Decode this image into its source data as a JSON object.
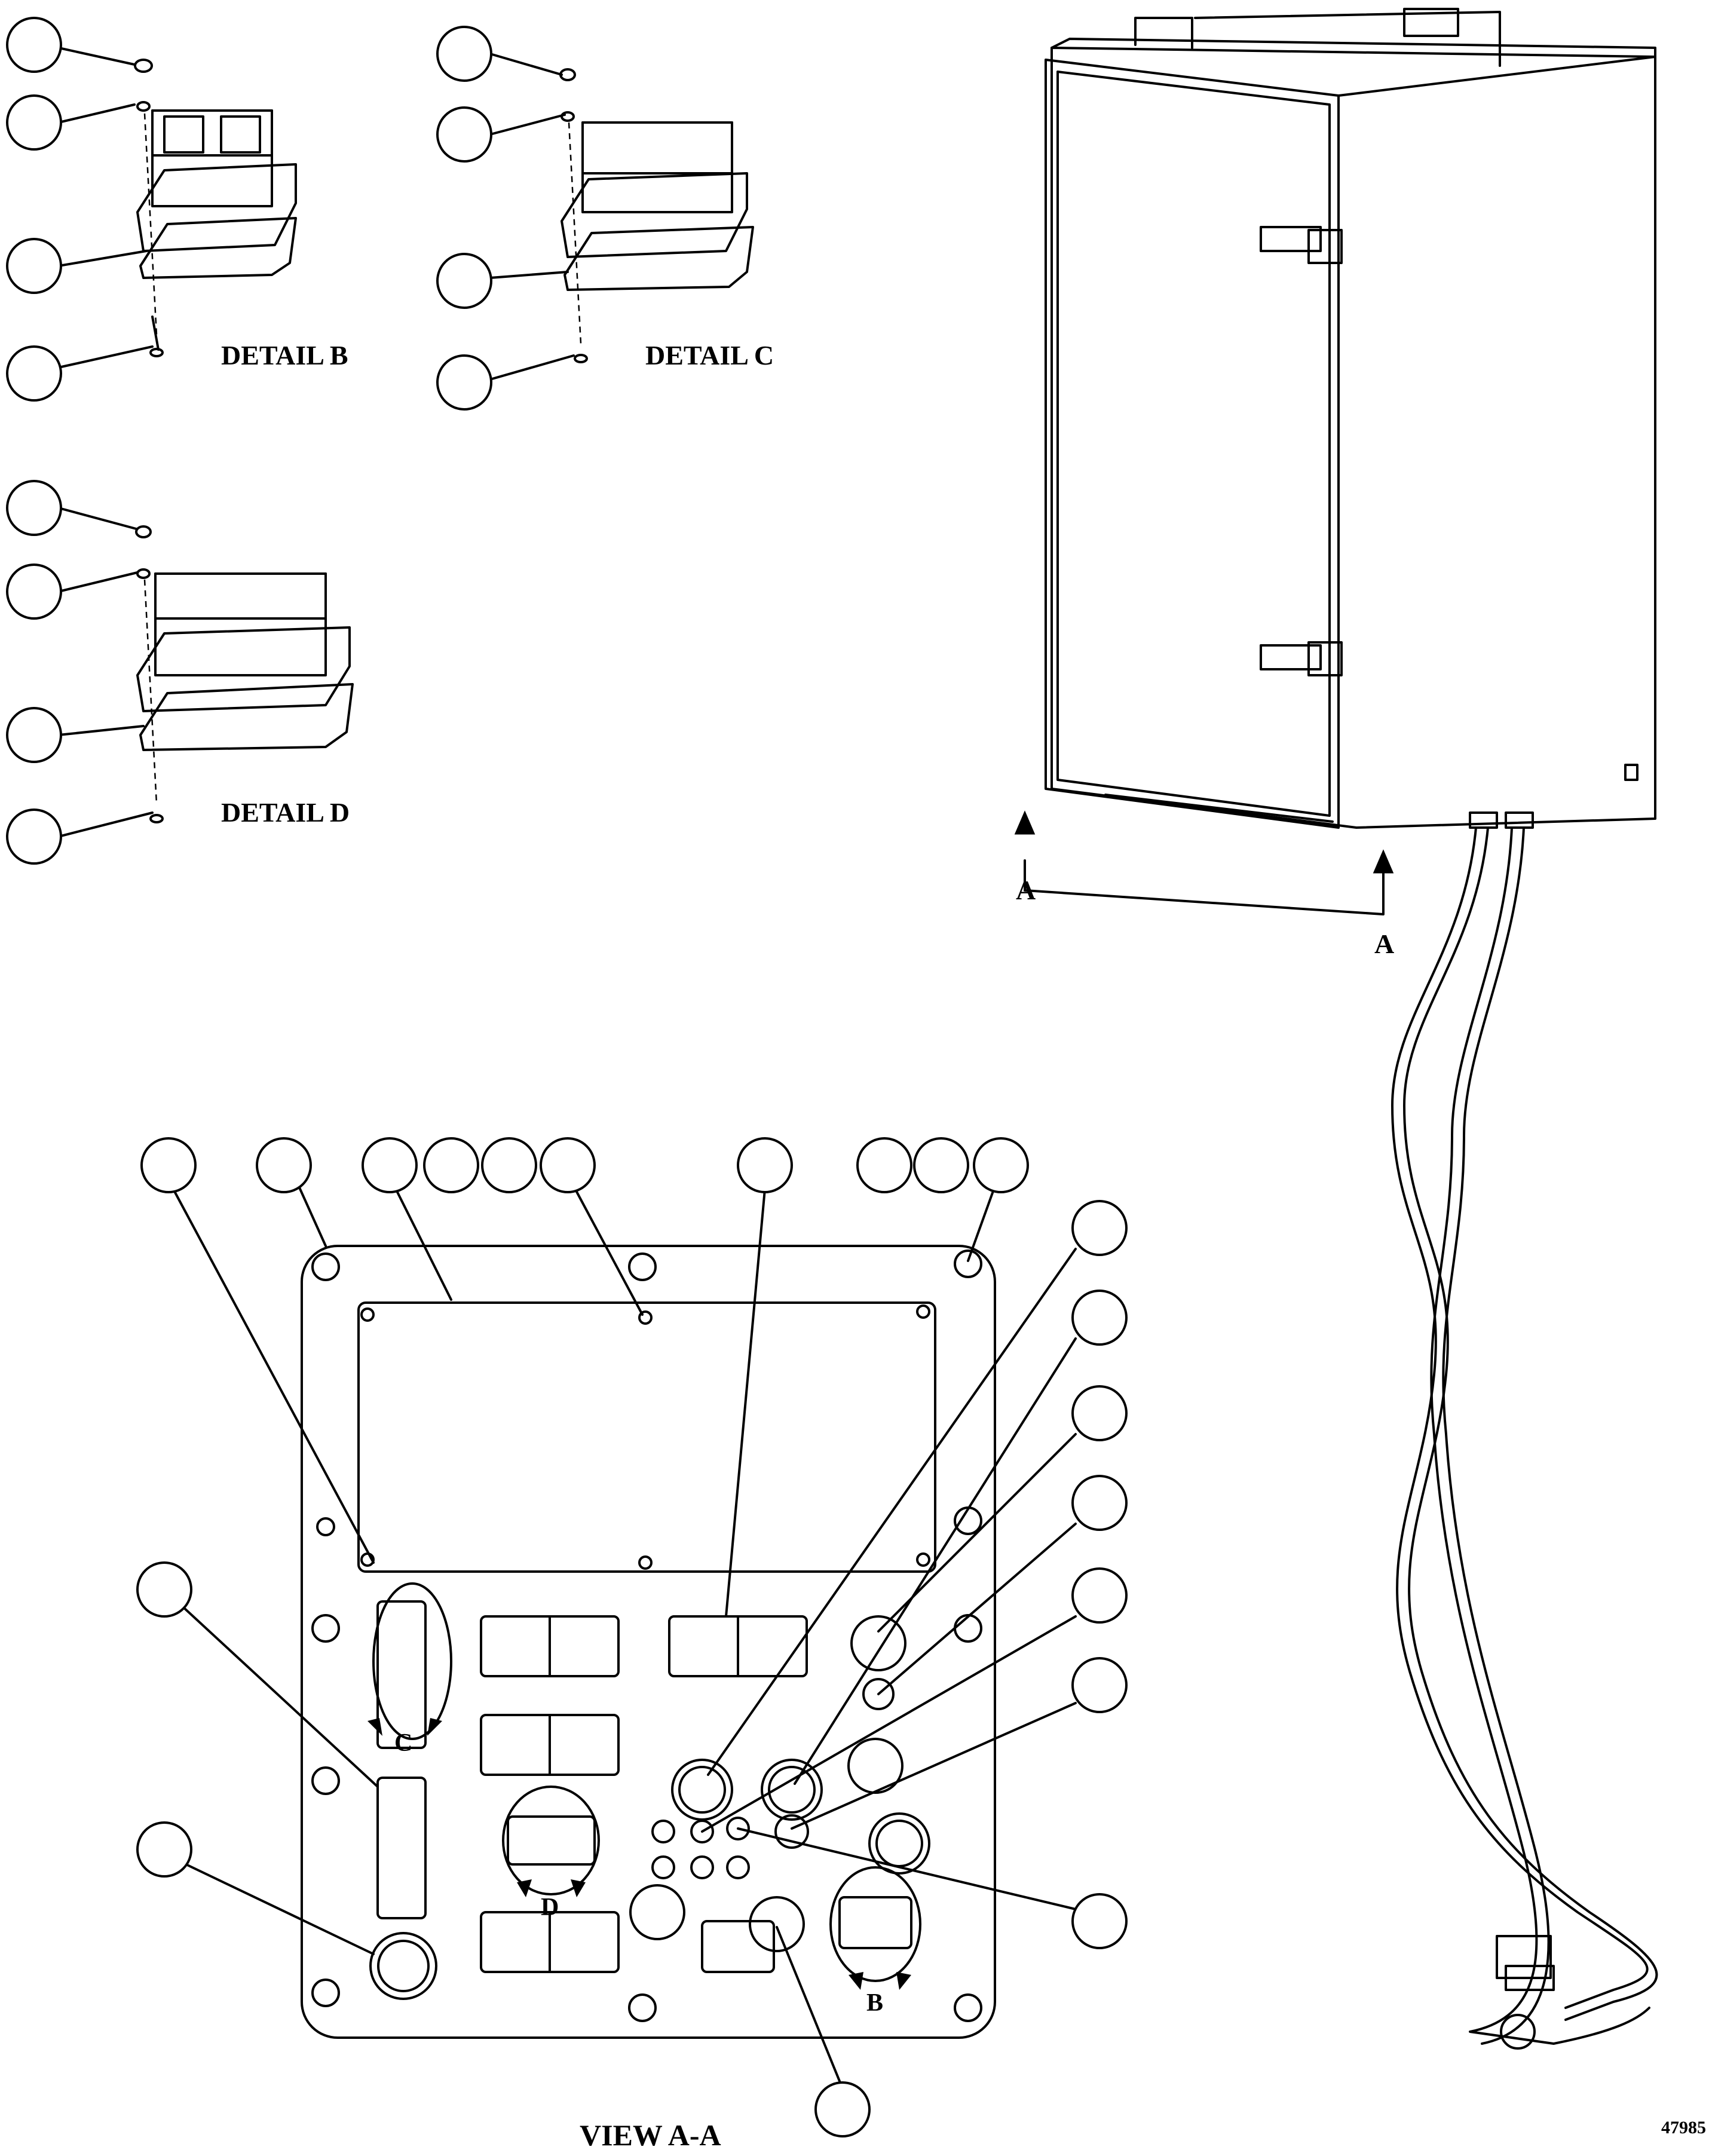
{
  "labels": {
    "detail_b": "DETAIL B",
    "detail_c": "DETAIL C",
    "detail_d": "DETAIL D",
    "view_aa": "VIEW A-A",
    "section_a_left": "A",
    "section_a_right": "A",
    "detail_marker_b": "B",
    "detail_marker_c": "C",
    "detail_marker_d": "D",
    "figure_number": "47985"
  }
}
